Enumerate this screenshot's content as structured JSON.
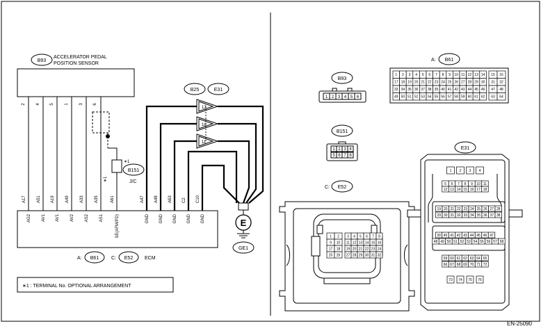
{
  "left": {
    "sensor": {
      "connector": "B93",
      "name_line1": "ACCELERATOR PEDAL",
      "name_line2": "POSITION SENSOR",
      "pins": [
        "2",
        "4",
        "5",
        "1",
        "3",
        "6"
      ]
    },
    "ecm": {
      "pins": [
        "A17",
        "A51",
        "A19",
        "A49",
        "A33",
        "A35",
        "A61",
        "A47",
        "A48",
        "A63",
        "C2",
        "C10"
      ],
      "signals": [
        "AG2",
        "AV1",
        "AV1",
        "AV2",
        "AS2",
        "AS1",
        "SE(AFM/PD)",
        "GND",
        "GND",
        "GND",
        "GND",
        "GND"
      ],
      "conn_a_label": "A:",
      "conn_a": "B61",
      "conn_c_label": "C:",
      "conn_c": "E52",
      "name": "ECM"
    },
    "jc": {
      "connector": "B151",
      "name": "J/C",
      "mark": "∗1"
    },
    "splice": {
      "conn1": "B25",
      "conn2": "E31",
      "pins": [
        "17",
        "18",
        "11"
      ]
    },
    "ground": {
      "symbol": "E",
      "name": "GE1"
    },
    "footnote": "∗1 : TERMINAL No. OPTIONAL ARRANGEMENT"
  },
  "right": {
    "b93": {
      "label": "B93",
      "pins": [
        "1",
        "2",
        "3",
        "4",
        "5",
        "6"
      ]
    },
    "b151": {
      "label": "B151",
      "rows": [
        [
          "1",
          "2",
          "3",
          "4"
        ],
        [
          "5",
          "6",
          "7",
          "8"
        ]
      ]
    },
    "b61": {
      "prefix": "A:",
      "label": "B61",
      "rows": [
        [
          "1",
          "2",
          "3",
          "4",
          "5",
          "6",
          "7",
          "8",
          "9",
          "10",
          "11",
          "12",
          "13",
          "14",
          "15",
          "16"
        ],
        [
          "17",
          "18",
          "19",
          "20",
          "21",
          "22",
          "23",
          "24",
          "25",
          "26",
          "27",
          "28",
          "29",
          "30",
          "31",
          "32"
        ],
        [
          "33",
          "34",
          "35",
          "36",
          "37",
          "38",
          "39",
          "40",
          "41",
          "42",
          "43",
          "44",
          "45",
          "46",
          "47",
          "48"
        ],
        [
          "49",
          "50",
          "51",
          "52",
          "53",
          "54",
          "55",
          "56",
          "57",
          "58",
          "59",
          "60",
          "61",
          "62",
          "63",
          "64"
        ]
      ]
    },
    "e52": {
      "prefix": "C:",
      "label": "E52",
      "rows": [
        [
          "1",
          "2",
          "3",
          "4",
          "5",
          "6",
          "7",
          "8"
        ],
        [
          "9",
          "10",
          "11",
          "12",
          "13",
          "14",
          "15",
          "16"
        ],
        [
          "17",
          "18",
          "19",
          "20",
          "21",
          "22",
          "23",
          "24"
        ],
        [
          "25",
          "26",
          "27",
          "28",
          "29",
          "30",
          "31",
          "32"
        ]
      ]
    },
    "e31": {
      "label": "E31",
      "rows": [
        [
          "1",
          "2",
          "3",
          "4"
        ],
        [
          "5",
          "6",
          "7",
          "8",
          "9",
          "10",
          "11"
        ],
        [
          "12",
          "13",
          "14",
          "15",
          "16",
          "17",
          "18"
        ],
        [
          "19",
          "20",
          "21",
          "22",
          "23",
          "24",
          "25",
          "26",
          "27",
          "28"
        ],
        [
          "29",
          "30",
          "31",
          "32",
          "33",
          "34",
          "35",
          "36",
          "37",
          "38"
        ],
        [
          "39",
          "40",
          "41",
          "42",
          "43",
          "44",
          "45",
          "46",
          "47"
        ],
        [
          "48",
          "49",
          "50",
          "51",
          "52",
          "53",
          "54",
          "55",
          "56",
          "57",
          "58"
        ],
        [
          "59",
          "60",
          "61",
          "62",
          "63",
          "64",
          "65"
        ],
        [
          "66",
          "67",
          "68",
          "69",
          "70",
          "71",
          "72"
        ],
        [
          "73",
          "74",
          "75",
          "76"
        ]
      ]
    }
  },
  "figure_id": "EN-25090"
}
